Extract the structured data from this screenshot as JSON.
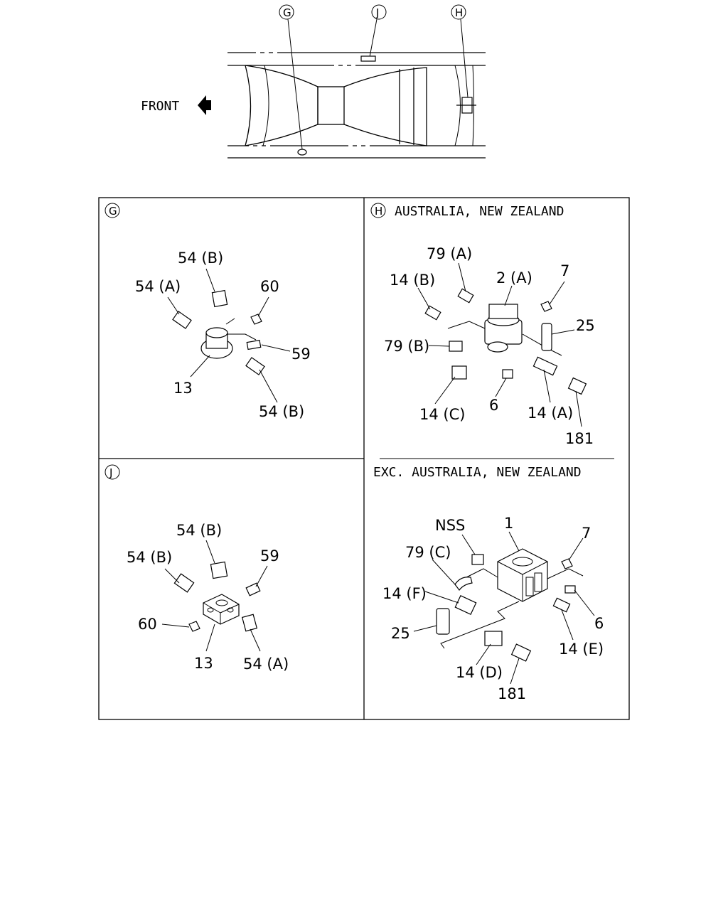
{
  "overview": {
    "front_label": "FRONT",
    "markers": [
      "G",
      "J",
      "H"
    ]
  },
  "panels": {
    "G": {
      "letter": "G",
      "title": "",
      "labels": [
        "54 (B)",
        "54 (A)",
        "60",
        "59",
        "13",
        "54 (B)"
      ]
    },
    "H": {
      "letter": "H",
      "title": "AUSTRALIA, NEW ZEALAND",
      "labels": [
        "79 (A)",
        "14 (B)",
        "2 (A)",
        "7",
        "25",
        "79 (B)",
        "14 (C)",
        "6",
        "14 (A)",
        "181"
      ]
    },
    "H2": {
      "title": "EXC. AUSTRALIA, NEW ZEALAND",
      "labels": [
        "NSS",
        "1",
        "79 (C)",
        "7",
        "14 (F)",
        "6",
        "25",
        "14 (E)",
        "14 (D)",
        "181"
      ]
    },
    "J": {
      "letter": "J",
      "title": "",
      "labels": [
        "54 (B)",
        "54 (B)",
        "59",
        "60",
        "13",
        "54 (A)"
      ]
    }
  }
}
